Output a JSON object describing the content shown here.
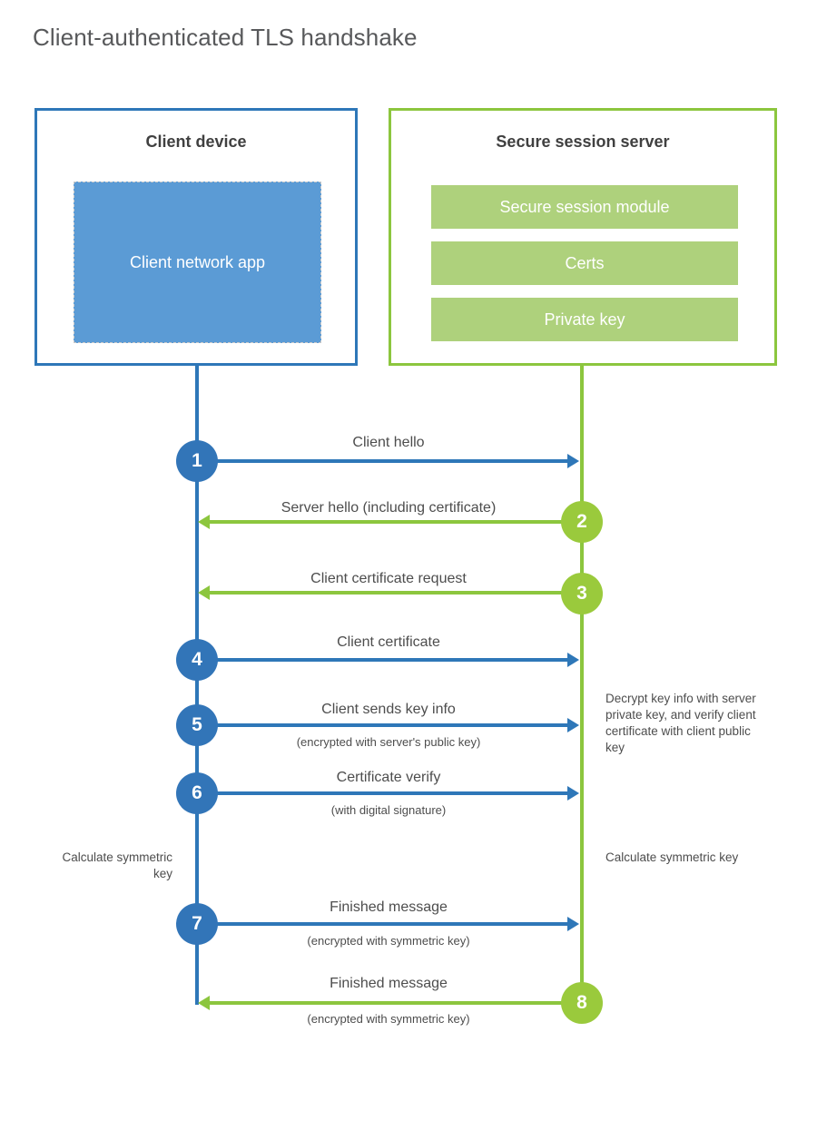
{
  "page": {
    "title": "Client-authenticated TLS handshake",
    "background": "#ffffff"
  },
  "colors": {
    "client_border": "#2e77b8",
    "client_fill": "#5b9bd5",
    "client_circle": "#3275b8",
    "server_border": "#8cc63e",
    "server_fill": "#aed17c",
    "server_circle": "#9aca3c",
    "text": "#4d4d4d",
    "title_text": "#58595b"
  },
  "actors": {
    "client": {
      "title": "Client device",
      "app_label": "Client network app"
    },
    "server": {
      "title": "Secure session server",
      "blocks": [
        "Secure session module",
        "Certs",
        "Private key"
      ]
    }
  },
  "steps": [
    {
      "number": "1",
      "label": "Client hello",
      "sub": "",
      "direction": "client-to-server",
      "color": "blue"
    },
    {
      "number": "2",
      "label": "Server hello (including certificate)",
      "sub": "",
      "direction": "server-to-client",
      "color": "green"
    },
    {
      "number": "3",
      "label": "Client certificate request",
      "sub": "",
      "direction": "server-to-client",
      "color": "green"
    },
    {
      "number": "4",
      "label": "Client certificate",
      "sub": "",
      "direction": "client-to-server",
      "color": "blue"
    },
    {
      "number": "5",
      "label": "Client sends key info",
      "sub": "(encrypted with server's public key)",
      "direction": "client-to-server",
      "color": "blue"
    },
    {
      "number": "6",
      "label": "Certificate verify",
      "sub": "(with digital signature)",
      "direction": "client-to-server",
      "color": "blue"
    },
    {
      "number": "7",
      "label": "Finished message",
      "sub": "(encrypted with symmetric key)",
      "direction": "client-to-server",
      "color": "blue"
    },
    {
      "number": "8",
      "label": "Finished message",
      "sub": "(encrypted with symmetric key)",
      "direction": "server-to-client",
      "color": "green"
    }
  ],
  "notes": {
    "server_decrypt": "Decrypt key info with server private key, and verify client certificate with client public key",
    "client_calculate": "Calculate symmetric key",
    "server_calculate": "Calculate symmetric key"
  }
}
